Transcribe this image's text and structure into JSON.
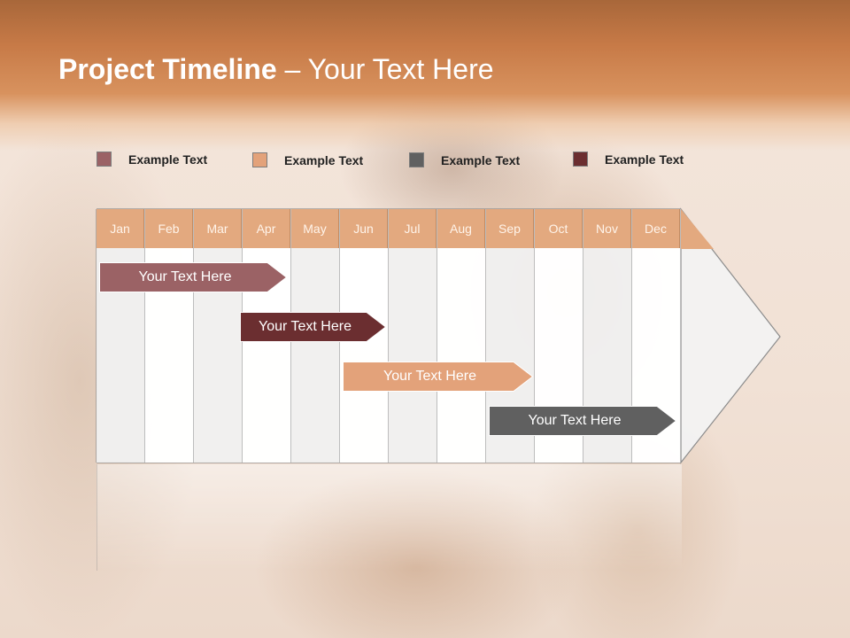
{
  "title": {
    "bold": "Project Timeline",
    "rest": " – Your Text Here"
  },
  "legend": [
    {
      "label": "Example Text",
      "color": "#9b6265"
    },
    {
      "label": "Example Text",
      "color": "#e3a27a"
    },
    {
      "label": "Example Text",
      "color": "#606060"
    },
    {
      "label": "Example Text",
      "color": "#6b2e30"
    }
  ],
  "months": [
    "Jan",
    "Feb",
    "Mar",
    "Apr",
    "May",
    "Jun",
    "Jul",
    "Aug",
    "Sep",
    "Oct",
    "Nov",
    "Dec"
  ],
  "tasks": [
    {
      "label": "Your  Text Here",
      "color": "#9b6265",
      "start_month": 1.05,
      "end_month": 4.9
    },
    {
      "label": "Your  Text Here",
      "color": "#6b2e30",
      "start_month": 3.95,
      "end_month": 6.95
    },
    {
      "label": "Your  Text Here",
      "color": "#e3a27a",
      "start_month": 6.05,
      "end_month": 9.95
    },
    {
      "label": "Your  Text Here",
      "color": "#606060",
      "start_month": 9.05,
      "end_month": 12.9
    }
  ],
  "colors": {
    "header_accent": "#c77a47",
    "month_header": "#e3a97f"
  }
}
